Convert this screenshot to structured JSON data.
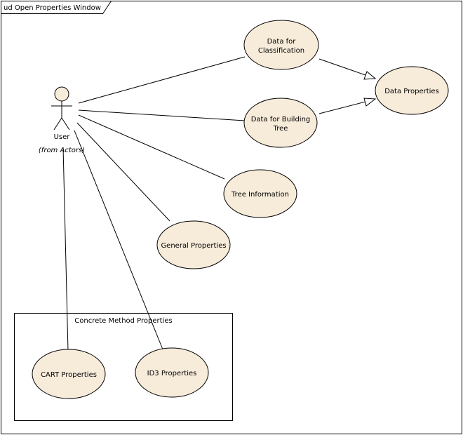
{
  "frame": {
    "title": "ud Open Properties Window"
  },
  "actor": {
    "name": "User",
    "stereotype": "(from Actors)"
  },
  "use_cases": {
    "data_classification": [
      "Data for",
      "Classification"
    ],
    "data_properties": [
      "Data Properties"
    ],
    "data_building_tree": [
      "Data for Building",
      "Tree"
    ],
    "tree_information": [
      "Tree Information"
    ],
    "general_properties": [
      "General Properties"
    ],
    "cart_properties": [
      "CART Properties"
    ],
    "id3_properties": [
      "ID3 Properties"
    ]
  },
  "boundary": {
    "title": "Concrete Method Properties"
  },
  "colors": {
    "use_case_fill": "#f7ebda",
    "stroke": "#000000"
  }
}
